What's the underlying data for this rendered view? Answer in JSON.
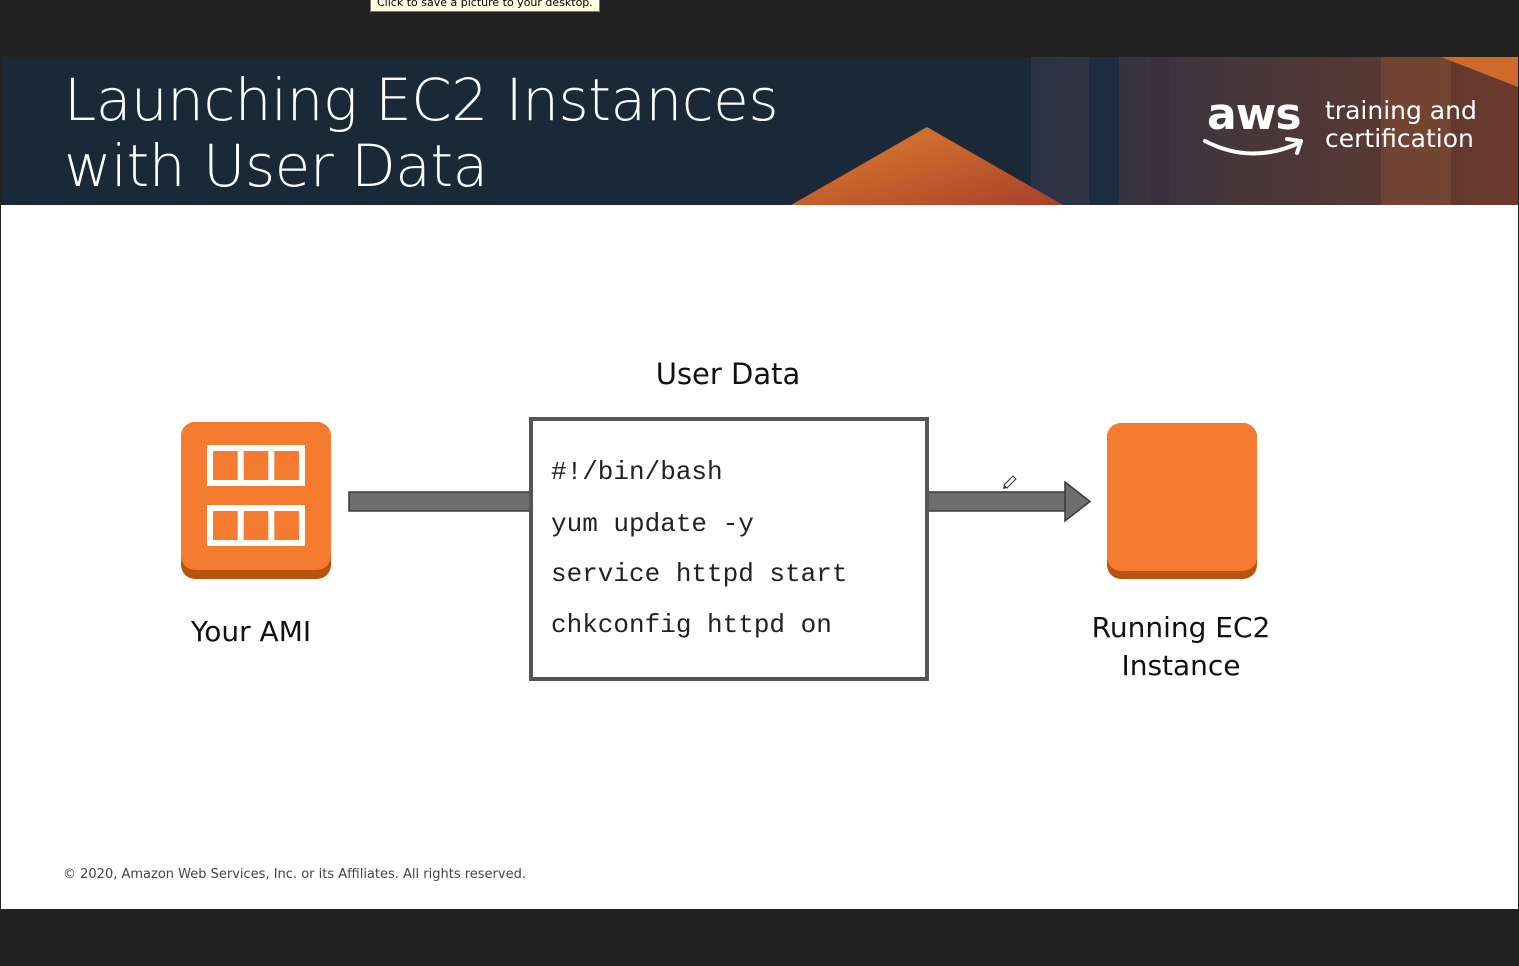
{
  "tooltip": "Click to save a picture to your desktop.",
  "slide": {
    "title_line1": "Launching EC2 Instances",
    "title_line2": "with User Data",
    "brand": {
      "wordmark": "aws",
      "tagline_line1": "training and",
      "tagline_line2": "certification"
    },
    "diagram": {
      "user_data_title": "User Data",
      "code_lines": [
        "#!/bin/bash",
        "yum update -y",
        "service httpd start",
        "chkconfig httpd on"
      ],
      "ami_label": "Your AMI",
      "ec2_label_line1": "Running EC2",
      "ec2_label_line2": "Instance",
      "icons": [
        "ami-icon",
        "ec2-instance-icon",
        "arrow-right-icon"
      ]
    },
    "footer": "© 2020, Amazon Web Services, Inc. or its Affiliates. All rights reserved."
  },
  "colors": {
    "header_bg": "#1b2838",
    "aws_orange": "#f47b2f",
    "aws_orange_dark": "#b9540f",
    "arrow_gray": "#6e6e6e"
  }
}
